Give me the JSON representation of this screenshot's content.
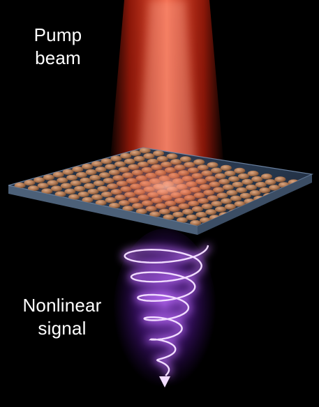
{
  "labels": {
    "pump": {
      "line1": "Pump",
      "line2": "beam"
    },
    "signal": {
      "line1": "Nonlinear",
      "line2": "signal"
    }
  },
  "colors": {
    "background": "#000000",
    "pump_beam": "#ff3b1f",
    "pump_core": "#ffd0c0",
    "metasurface": "#6f87a8",
    "nanoparticle": "#c98a5e",
    "signal_glow": "#9b3cff",
    "signal_spiral": "#e8c8ff"
  },
  "icons": {
    "pump": "pump-beam-cone",
    "surface": "metasurface-slab",
    "signal": "helical-signal-beam"
  }
}
